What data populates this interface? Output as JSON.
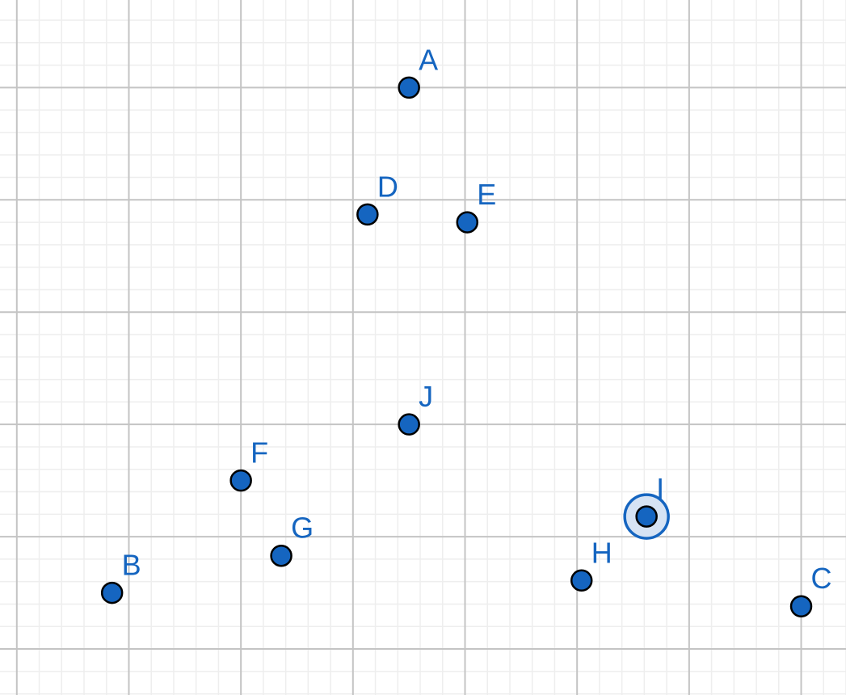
{
  "colors": {
    "background": "#ffffff",
    "grid_minor": "#eeeeee",
    "grid_major": "#c4c4c4",
    "point_fill": "#1565c0",
    "point_stroke": "#000000",
    "label": "#1565c0",
    "selection_halo_fill": "#d6e3f4",
    "selection_halo_stroke": "#1565c0"
  },
  "grid": {
    "major_spacing": 1,
    "minor_divisions": 5
  },
  "axis_range": {
    "x": [
      -1.15,
      6.4
    ],
    "y": [
      -1.41,
      4.78
    ]
  },
  "points": [
    {
      "label": "A",
      "x": 2.5,
      "y": 4.0,
      "selected": false
    },
    {
      "label": "B",
      "x": -0.15,
      "y": -0.5,
      "selected": false
    },
    {
      "label": "C",
      "x": 6.0,
      "y": -0.62,
      "selected": false
    },
    {
      "label": "D",
      "x": 2.13,
      "y": 2.87,
      "selected": false
    },
    {
      "label": "E",
      "x": 3.02,
      "y": 2.8,
      "selected": false
    },
    {
      "label": "F",
      "x": 1.0,
      "y": 0.5,
      "selected": false
    },
    {
      "label": "G",
      "x": 1.36,
      "y": -0.17,
      "selected": false
    },
    {
      "label": "H",
      "x": 4.04,
      "y": -0.39,
      "selected": false
    },
    {
      "label": "I",
      "x": 4.62,
      "y": 0.18,
      "selected": true
    },
    {
      "label": "J",
      "x": 2.5,
      "y": 1.0,
      "selected": false
    }
  ]
}
